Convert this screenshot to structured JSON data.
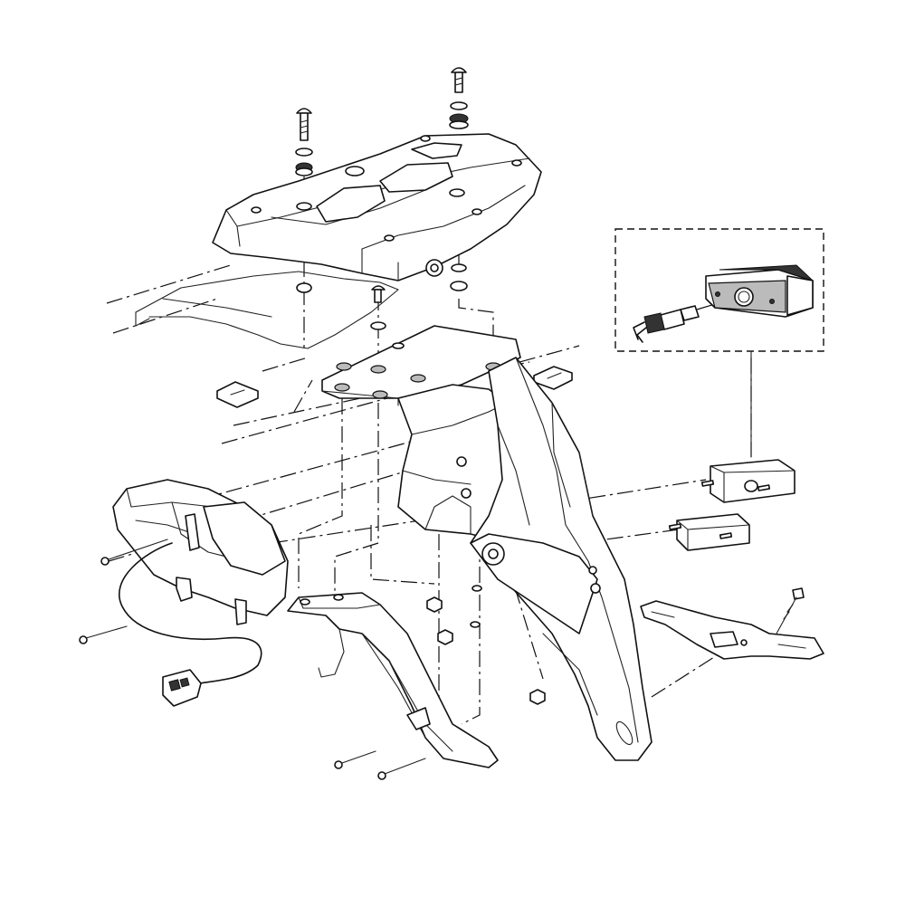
{
  "diagram": {
    "kind": "exploded-parts-view",
    "components": [
      {
        "id": "rear-rack-plate",
        "icon": "luggage-rack-icon"
      },
      {
        "id": "rack-bolts",
        "icon": "bolt-icon"
      },
      {
        "id": "rubber-grommets",
        "icon": "washer-icon"
      },
      {
        "id": "tail-light-assembly",
        "icon": "tail-light-icon"
      },
      {
        "id": "wiring-harness-connector",
        "icon": "connector-icon"
      },
      {
        "id": "rear-fender-bracket",
        "icon": "bracket-icon"
      },
      {
        "id": "side-bracket",
        "icon": "bracket-icon"
      },
      {
        "id": "license-plate-light",
        "icon": "lamp-icon"
      },
      {
        "id": "license-light-detail-inset",
        "icon": "bulb-icon"
      },
      {
        "id": "license-plate-holder",
        "icon": "plate-holder-icon"
      },
      {
        "id": "nuts",
        "icon": "nut-icon"
      }
    ]
  }
}
